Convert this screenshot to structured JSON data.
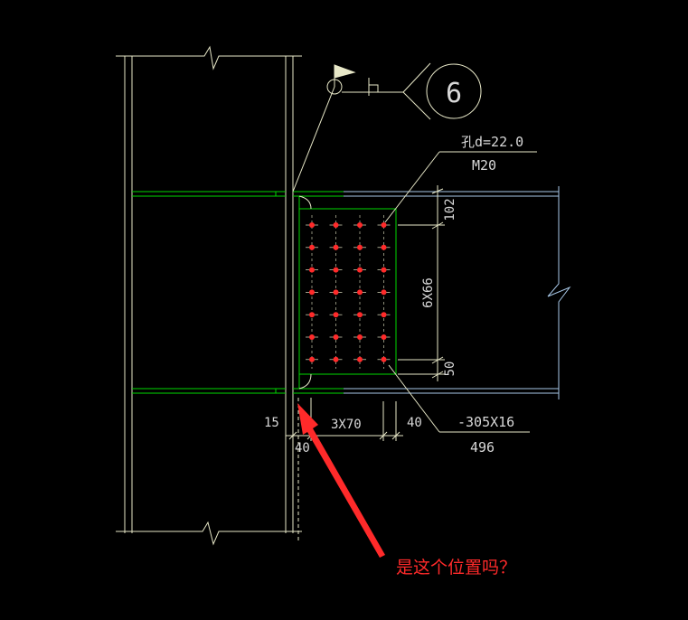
{
  "drawing": {
    "detail_number": "6",
    "hole_label": "孔d=22.0",
    "bolt_label": "M20",
    "dim_top_edge": "102",
    "dim_pitch_vertical": "6X66",
    "dim_bottom_edge": "50",
    "dim_gap": "15",
    "dim_column_edge": "40",
    "dim_pitch_horizontal": "3X70",
    "dim_plate_edge": "40",
    "plate_spec": "-305X16",
    "plate_length": "496",
    "bolt_grid": {
      "columns": 4,
      "rows": 7
    },
    "colors": {
      "background": "#000000",
      "column_lines": "#e8e8c8",
      "connection_plate": "#00d800",
      "beam_lines": "#a8c8e8",
      "bolt": "#ff2a2a",
      "dimension": "#d8d8d8"
    }
  },
  "annotation": {
    "question": "是这个位置吗？",
    "color": "#ff2a2a"
  }
}
